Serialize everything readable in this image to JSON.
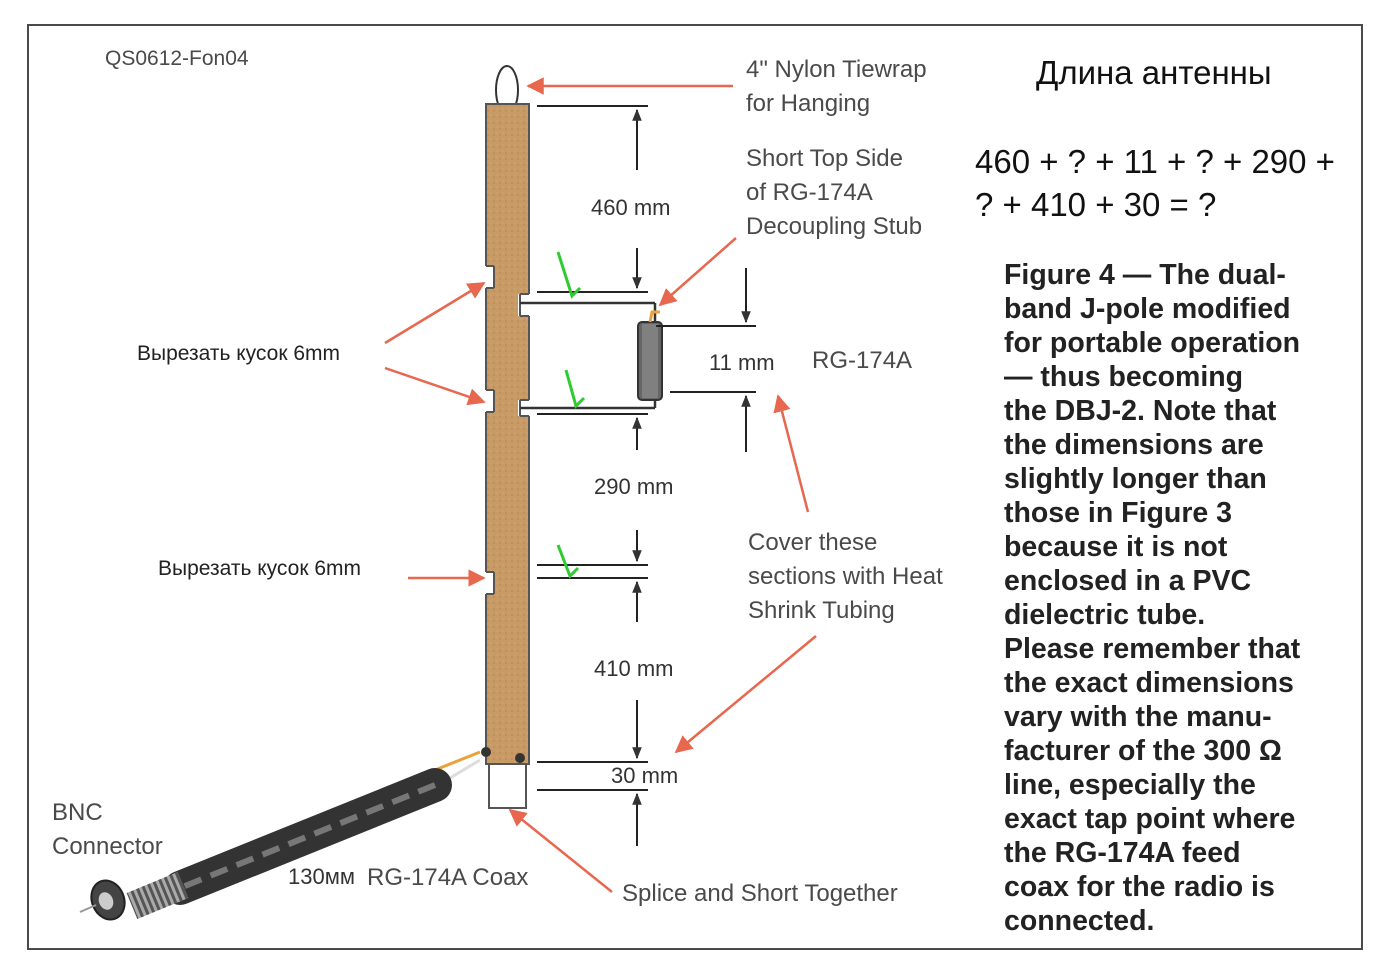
{
  "figure_code": "QS0612-Fon04",
  "title_ru": "Длина антенны",
  "equation_lines": [
    "460 + ? + 11 + ? + 290 +",
    "? + 410 + 30 = ?"
  ],
  "callouts": {
    "tiewrap": "4\" Nylon Tiewrap\nfor Hanging",
    "stub": "Short Top Side\nof RG-174A\nDecoupling Stub",
    "rg174a": "RG-174A",
    "heat_shrink": "Cover these\nsections with Heat\nShrink Tubing",
    "splice": "Splice and Short Together",
    "bnc": "BNC\nConnector",
    "coax_len": "130мм",
    "coax": "RG-174A Coax"
  },
  "cut_notes": [
    "Вырезать кусок 6mm",
    "Вырезать кусок 6mm"
  ],
  "dimensions": [
    "460 mm",
    "11 mm",
    "290 mm",
    "410 mm",
    "30 mm"
  ],
  "caption_lines": [
    "Figure 4 — The dual-",
    "band J-pole modified",
    "for portable operation",
    "— thus becoming",
    "the DBJ-2. Note that",
    "the dimensions are",
    "slightly longer than",
    "those in Figure 3",
    "because it is not",
    "enclosed in a PVC",
    "dielectric tube.",
    "Please remember that",
    "the exact dimensions",
    "vary with the manu-",
    "facturer of the 300 Ω",
    "line, especially the",
    "exact tap point where",
    "the RG-174A feed",
    "coax for the radio is",
    "connected."
  ],
  "colors": {
    "twinlead": "#c4935f",
    "arrow": "#e8674f",
    "check": "#2ecc2e",
    "frame": "#4a4a4a"
  }
}
